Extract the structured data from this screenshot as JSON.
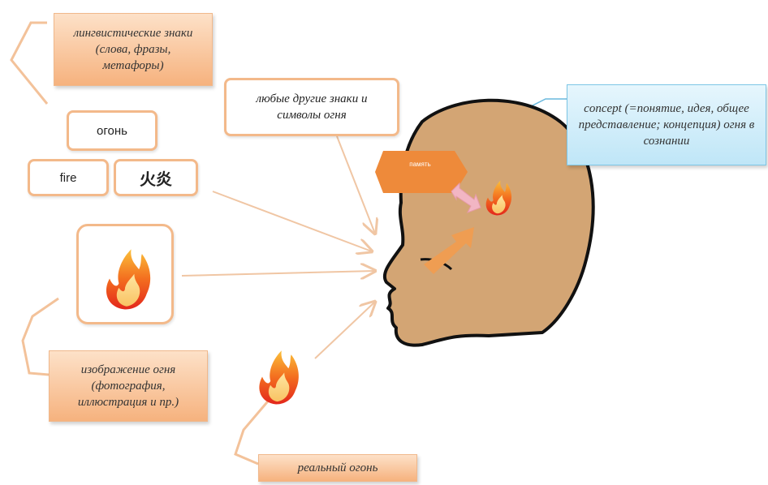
{
  "labels": {
    "linguistic": "лингвистические знаки (слова, фразы, метафоры)",
    "other_signs": "любые другие знаки и символы огня",
    "concept": "concept (=понятие, идея, общее представление; концепция) огня в сознании",
    "image": "изображение огня (фотография, иллюстрация и пр.)",
    "real_fire": "реальный огонь",
    "memory": "память"
  },
  "words": {
    "ru": "огонь",
    "en": "fire",
    "zh": "火炎"
  },
  "colors": {
    "head_fill": "#d3a574",
    "box_border": "#f3b98a",
    "label_orange": "#f6b27e",
    "label_blue": "#bfe6f7",
    "hexagon": "#ee8a3a",
    "arrow": "#ef9d52",
    "double_arrow": "#f2b6c4"
  },
  "icons": [
    "fire-icon",
    "head-silhouette"
  ]
}
